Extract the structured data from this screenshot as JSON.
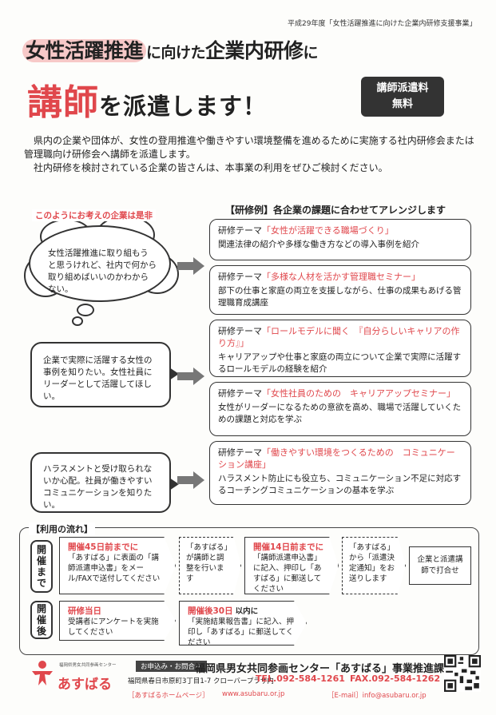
{
  "header": {
    "top_note": "平成29年度「女性活躍推進に向けた企業内研修支援事業」",
    "title_highlight": "女性活躍推進",
    "title_mid": "に向けた",
    "title_main": "企業内研修",
    "title_end": "に",
    "title2_big": "講師",
    "title2_rest": "を派遣します！",
    "fee_line1": "講師派遣料",
    "fee_line2": "無料"
  },
  "intro": {
    "line1": "県内の企業や団体が、女性の登用推進や働きやすい環境整備を進めるために実施する社内研修会または管理職向け研修会へ講師を派遣します。",
    "line2": "社内研修を検討されている企業の皆さんは、本事業の利用をぜひご検討ください。"
  },
  "consider_label": "このようにお考えの企業は是非",
  "examples_header": "【研修例】各企業の課題に合わせてアレンジします",
  "concerns": [
    "女性活躍推進に取り組もうと思うけれど、社内で何から取り組めばいいのかわからない。",
    "企業で実際に活躍する女性の事例を知りたい。女性社員にリーダーとして活躍してほしい。",
    "ハラスメントと受け取られないか心配。社員が働きやすいコミュニケーションを知りたい。"
  ],
  "theme_label": "研修テーマ",
  "themes": [
    {
      "title": "「女性が活躍できる職場づくり」",
      "desc": "関連法律の紹介や多様な働き方などの導入事例を紹介"
    },
    {
      "title": "「多様な人材を活かす管理職セミナー」",
      "desc": "部下の仕事と家庭の両立を支援しながら、仕事の成果もあげる管理職育成講座"
    },
    {
      "title": "「ロールモデルに聞く　『自分らしいキャリアの作り方』」",
      "desc": "キャリアアップや仕事と家庭の両立について企業で実際に活躍するロールモデルの経験を紹介"
    },
    {
      "title": "「女性社員のための　キャリアアップセミナー」",
      "desc": "女性がリーダーになるための意欲を高め、職場で活躍していくための課題と対応を学ぶ"
    },
    {
      "title": "「働きやすい環境をつくるための　コミュニケーション講座」",
      "desc": "ハラスメント防止にも役立ち、コミュニケーション不足に対応するコーチングコミュニケーションの基本を学ぶ"
    }
  ],
  "flow": {
    "label": "【利用の流れ】",
    "before": "開催まで",
    "after": "開催後",
    "step1_head": "開催45日前までに",
    "step1_body": "「あすばる」に表面の「講師派遣申込書」をメール/FAXで送付してください",
    "step2": "「あすばる」が講師と調整を行います",
    "step3_head": "開催14日前までに",
    "step3_body": "「講師派遣申込書」に記入、押印し「あすばる」に郵送してください",
    "step4": "「あすばる」から「派遣決定通知」をお送りします",
    "step5": "企業と派遣講師で打合せ",
    "step6_head": "研修当日",
    "step6_body": "受講者にアンケートを実施してください",
    "step7_head": "開催後30日",
    "step7_suffix": "以内に",
    "step7_body": "「実施結果報告書」に記入、押印し「あすばる」に郵送してください"
  },
  "footer": {
    "logo_small": "福岡県男女共同参画センター",
    "logo_name": "あすばる",
    "apply_label": "お申込み・お問合せ",
    "org_name": "福岡県男女共同参画センター「あすばる」事業推進課",
    "address": "福岡県春日市原町3丁目1-7 クローバープラザ内",
    "tel": "TEL.092-584-1261",
    "fax": "FAX.092-584-1262",
    "hp_label": "［あすばるホームページ］",
    "url": "www.asubaru.or.jp",
    "email": "［E-mail］info@asubaru.or.jp"
  },
  "colors": {
    "accent": "#e0474c",
    "dark": "#333333",
    "highlight": "#f7c9c8"
  }
}
